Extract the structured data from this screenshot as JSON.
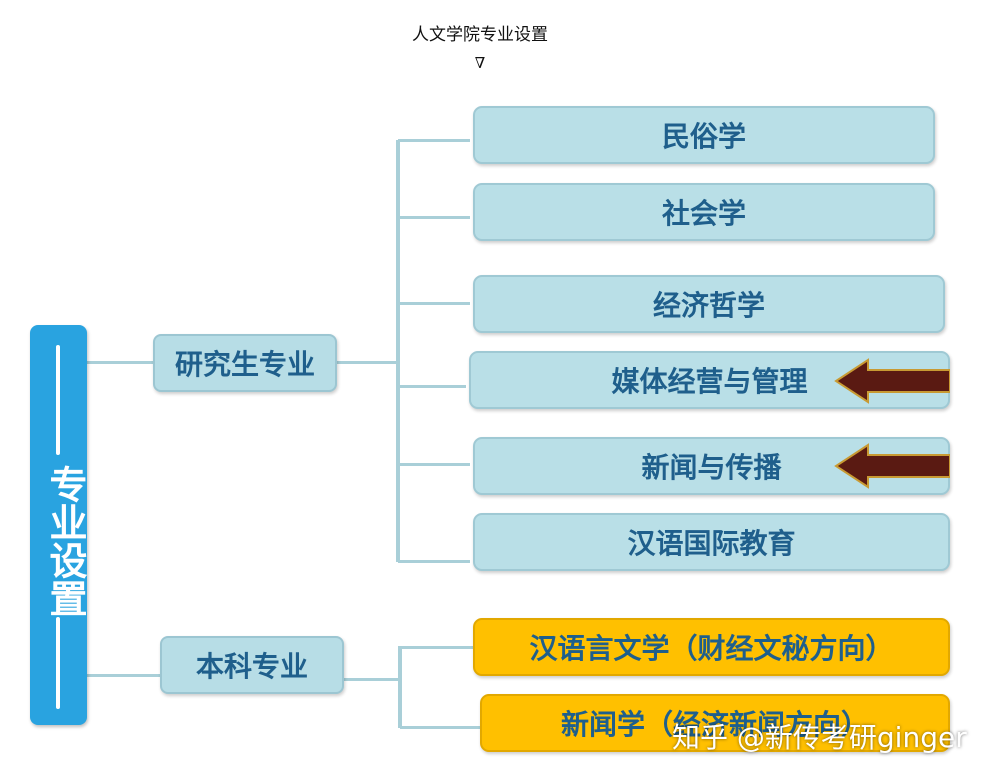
{
  "caption": {
    "title": "人文学院专业设置",
    "arrow": "∇"
  },
  "root": {
    "label": "专业设置"
  },
  "branches": [
    {
      "label": "研究生专业",
      "children": [
        "民俗学",
        "社会学",
        "经济哲学",
        "媒体经营与管理",
        "新闻与传播",
        "汉语国际教育"
      ]
    },
    {
      "label": "本科专业",
      "children": [
        "汉语言文学（财经文秘方向）",
        "新闻学（经济新闻方向）"
      ]
    }
  ],
  "highlighted": [
    "媒体经营与管理",
    "新闻与传播"
  ],
  "colors": {
    "root": "#29a3e0",
    "graduate": "#b9dfe7",
    "undergraduate": "#ffc000",
    "text": "#1f5f8c",
    "pointer": "#5a1a12"
  },
  "watermark": "知乎 @新传考研ginger"
}
